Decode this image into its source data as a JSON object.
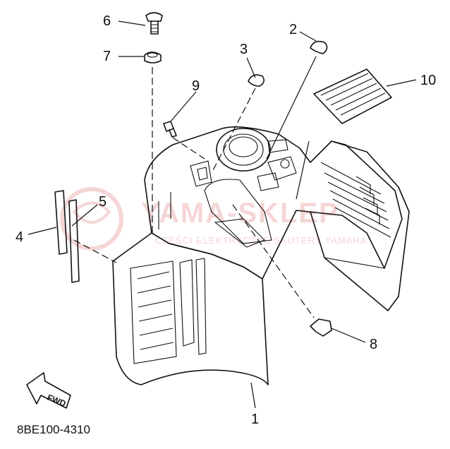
{
  "diagram": {
    "drawing_code": "8BE100-4310",
    "forward_label": "FWD",
    "watermark": {
      "main": "YAMA-SKLEP",
      "sub": "CZĘŚCI ELEKTRYCZNE SKUTERY YAMAHA"
    },
    "callouts": [
      {
        "number": "1"
      },
      {
        "number": "2"
      },
      {
        "number": "3"
      },
      {
        "number": "4"
      },
      {
        "number": "5"
      },
      {
        "number": "6"
      },
      {
        "number": "7"
      },
      {
        "number": "8"
      },
      {
        "number": "9"
      },
      {
        "number": "10"
      }
    ]
  }
}
